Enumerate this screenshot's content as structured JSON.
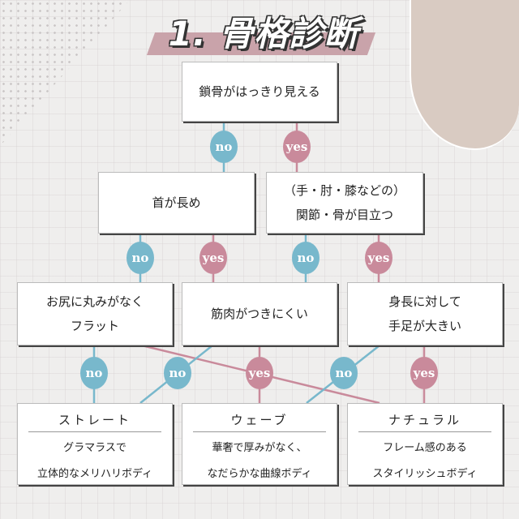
{
  "title": "1. 骨格診断",
  "colors": {
    "no": "#78b8cc",
    "yes": "#c98a9b"
  },
  "q1": "鎖骨がはっきり見える",
  "q2a": "首が長め",
  "q2b": [
    "（手・肘・膝などの）",
    "関節・骨が目立つ"
  ],
  "q3a": [
    "お尻に丸みがなく",
    "フラット"
  ],
  "q3b": "筋肉がつきにくい",
  "q3c": [
    "身長に対して",
    "手足が大きい"
  ],
  "no": "no",
  "yes": "yes",
  "results": [
    {
      "title": "ストレート",
      "desc": [
        "グラマラスで",
        "立体的なメリハリボディ"
      ]
    },
    {
      "title": "ウェーブ",
      "desc": [
        "華奢で厚みがなく、",
        "なだらかな曲線ボディ"
      ]
    },
    {
      "title": "ナチュラル",
      "desc": [
        "フレーム感のある",
        "スタイリッシュボディ"
      ]
    }
  ]
}
